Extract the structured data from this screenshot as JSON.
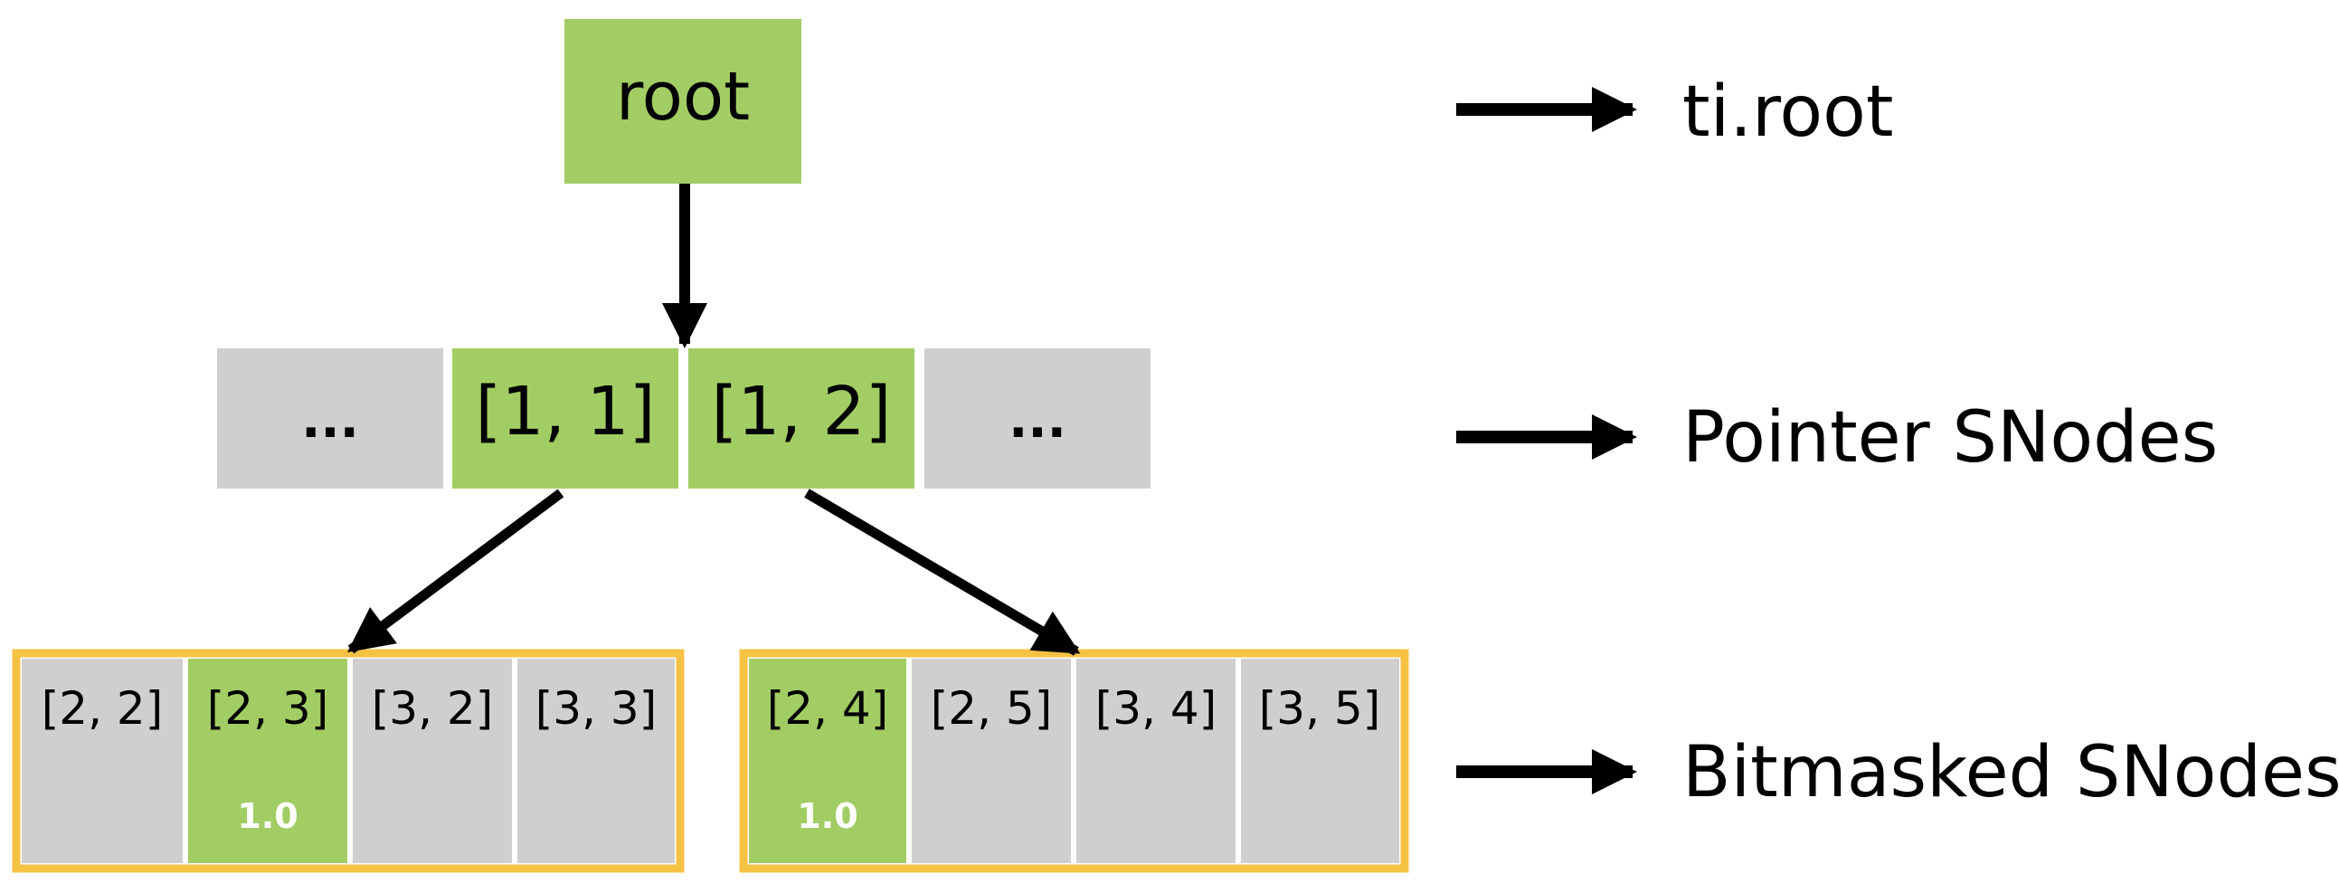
{
  "root": {
    "label": "root",
    "color": "#a2cd64"
  },
  "pointer": {
    "cells": [
      {
        "label": "...",
        "active": false
      },
      {
        "label": "[1, 1]",
        "active": true
      },
      {
        "label": "[1, 2]",
        "active": true
      },
      {
        "label": "...",
        "active": false
      }
    ]
  },
  "bitmasked": {
    "groups": [
      {
        "cells": [
          {
            "label": "[2, 2]",
            "active": false,
            "value": ""
          },
          {
            "label": "[2, 3]",
            "active": true,
            "value": "1.0"
          },
          {
            "label": "[3, 2]",
            "active": false,
            "value": ""
          },
          {
            "label": "[3, 3]",
            "active": false,
            "value": ""
          }
        ]
      },
      {
        "cells": [
          {
            "label": "[2, 4]",
            "active": true,
            "value": "1.0"
          },
          {
            "label": "[2, 5]",
            "active": false,
            "value": ""
          },
          {
            "label": "[3, 4]",
            "active": false,
            "value": ""
          },
          {
            "label": "[3, 5]",
            "active": false,
            "value": ""
          }
        ]
      }
    ]
  },
  "legend": {
    "root_label": "ti.root",
    "pointer_label": "Pointer SNodes",
    "bitmasked_label": "Bitmasked SNodes"
  },
  "colors": {
    "active": "#a2cd64",
    "inactive": "#d0cece",
    "group_border": "#f6c244",
    "arrow": "#000000",
    "value_text": "#ffffff"
  }
}
